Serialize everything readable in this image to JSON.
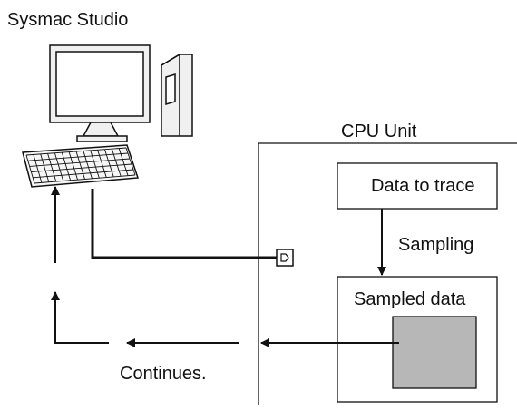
{
  "labels": {
    "software": "Sysmac Studio",
    "cpu_unit": "CPU Unit",
    "data_to_trace": "Data to trace",
    "sampling": "Sampling",
    "sampled_data": "Sampled data",
    "continues": "Continues."
  },
  "colors": {
    "line": "#111111",
    "fill_gray": "#b7b7b7",
    "monitor_face": "#e9e9e9",
    "background": "#ffffff"
  },
  "icons": {
    "computer": "desktop-computer-icon",
    "port": "usb-port-icon"
  }
}
